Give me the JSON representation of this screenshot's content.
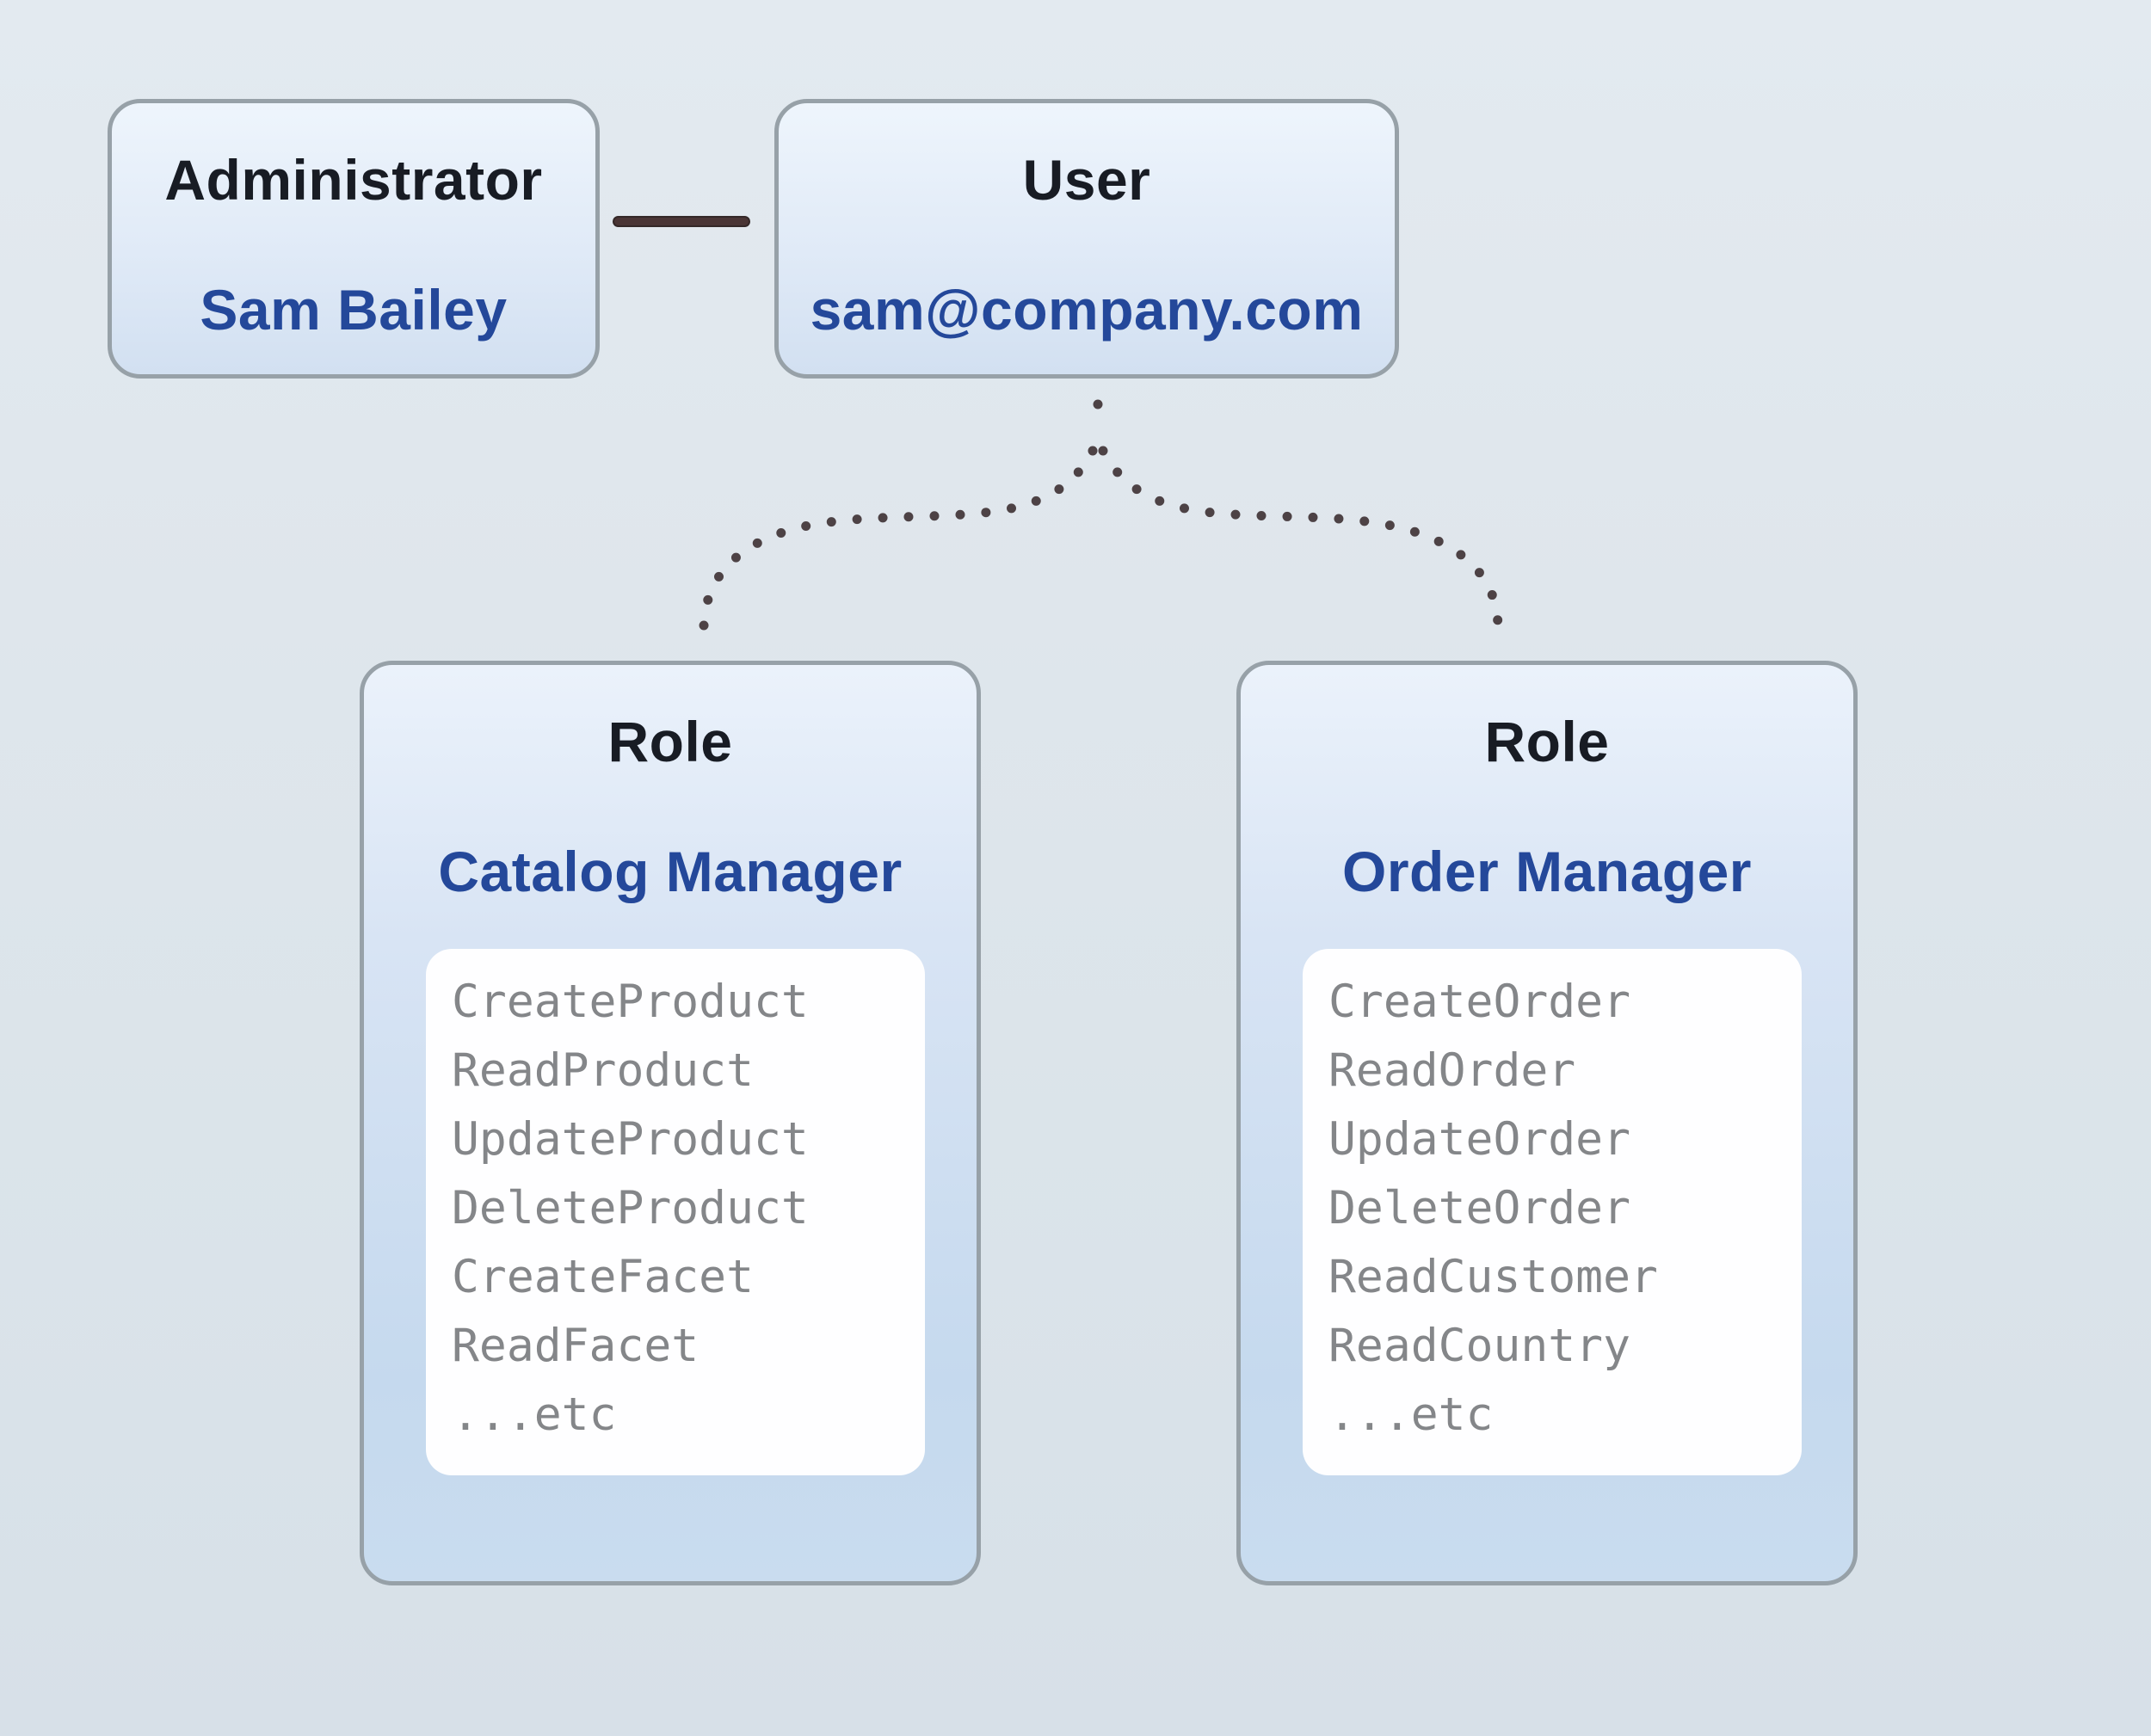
{
  "diagram": {
    "admin_card": {
      "title": "Administrator",
      "name": "Sam Bailey"
    },
    "user_card": {
      "title": "User",
      "email": "sam@company.com"
    },
    "role_cards": [
      {
        "title": "Role",
        "name": "Catalog Manager",
        "permissions": [
          "CreateProduct",
          "ReadProduct",
          "UpdateProduct",
          "DeleteProduct",
          "CreateFacet",
          "ReadFacet",
          "...etc"
        ]
      },
      {
        "title": "Role",
        "name": "Order Manager",
        "permissions": [
          "CreateOrder",
          "ReadOrder",
          "UpdateOrder",
          "DeleteOrder",
          "ReadCustomer",
          "ReadCountry",
          "...etc"
        ]
      }
    ],
    "colors": {
      "heading_text": "#181c24",
      "accent_blue": "#24489a",
      "permission_gray": "#848689",
      "card_border_gray": "#97a1a8",
      "card_gradient_top": "#ebf2fb",
      "card_gradient_bottom": "#c5d9ee",
      "panel_white": "#fefeff",
      "connector_line": "#4a3535",
      "dotted_line": "#4d4245",
      "page_background": "#dde5eb"
    }
  }
}
